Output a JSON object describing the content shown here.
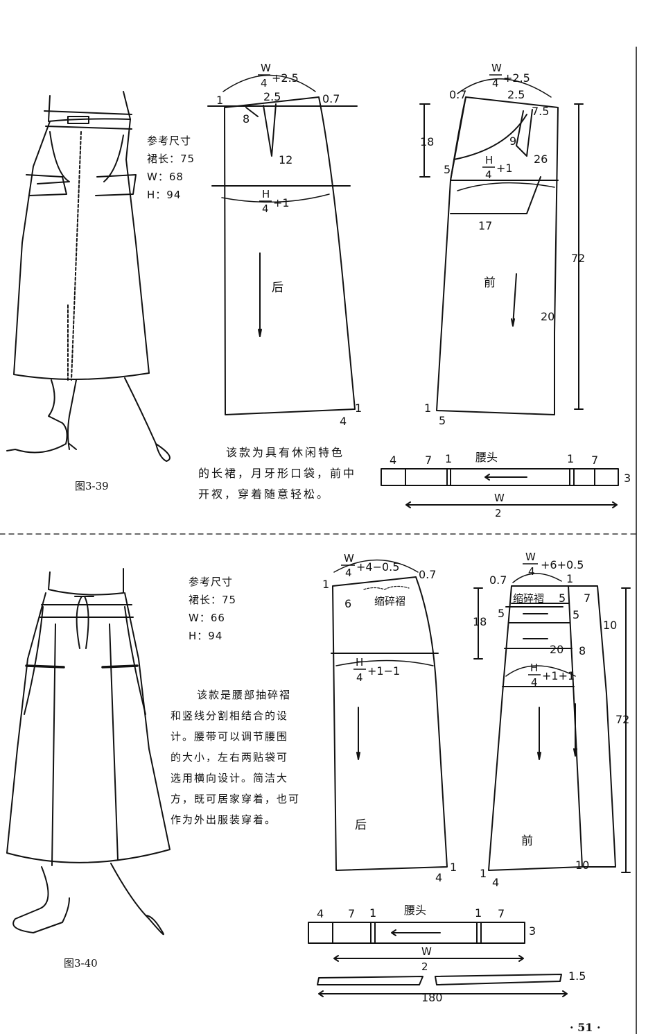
{
  "section1": {
    "spec": {
      "title": "参考尺寸",
      "length": "裙长：75",
      "w": "W：68",
      "h": "H：94"
    },
    "caption": "图3-39",
    "desc": [
      "该款为具有休闲特色",
      "的长裙，月牙形口袋，前中",
      "开衩，穿着随意轻松。"
    ],
    "back": {
      "label": "后",
      "waist_num": "W",
      "waist_den": "4",
      "waist_rest": "+2.5",
      "hip_num": "H",
      "hip_den": "4",
      "hip_rest": "+1",
      "m1": "1",
      "m2": "2.5",
      "m3": "0.7",
      "m4": "8",
      "m5": "12",
      "hem1": "1",
      "hem2": "4"
    },
    "front": {
      "label": "前",
      "waist_num": "W",
      "waist_den": "4",
      "waist_rest": "+2.5",
      "hip_num": "H",
      "hip_den": "4",
      "hip_rest": "+1",
      "m07": "0.7",
      "m25": "2.5",
      "m75": "7.5",
      "m18": "18",
      "m9": "9",
      "m26": "26",
      "m5": "5",
      "m17": "17",
      "m72": "72",
      "m20": "20",
      "m1": "1",
      "m5b": "5"
    },
    "band": {
      "title": "腰头",
      "l4": "4",
      "l7": "7",
      "l1": "1",
      "r1": "1",
      "r7": "7",
      "h3": "3",
      "w_num": "W",
      "w_den": "2"
    }
  },
  "section2": {
    "spec": {
      "title": "参考尺寸",
      "length": "裙长：75",
      "w": "W：66",
      "h": "H：94"
    },
    "caption": "图3-40",
    "desc": [
      "该款是腰部抽碎褶",
      "和竖线分割相结合的设",
      "计。腰带可以调节腰围",
      "的大小，左右两贴袋可",
      "选用横向设计。简洁大",
      "方，既可居家穿着，也可",
      "作为外出服装穿着。"
    ],
    "back": {
      "label": "后",
      "waist_num": "W",
      "waist_den": "4",
      "waist_rest": "+4−0.5",
      "hip_num": "H",
      "hip_den": "4",
      "hip_rest": "+1−1",
      "m1": "1",
      "m07": "0.7",
      "m6": "6",
      "gather": "缩碎褶",
      "hem1": "1",
      "hem4": "4"
    },
    "front": {
      "label": "前",
      "waist_num": "W",
      "waist_den": "4",
      "waist_rest": "+6+0.5",
      "hip_num": "H",
      "hip_den": "4",
      "hip_rest": "+1+1",
      "m07": "0.7",
      "m1": "1",
      "gather": "缩碎褶",
      "m5a": "5",
      "m7": "7",
      "m5b": "5",
      "m5c": "5",
      "m18": "18",
      "m10": "10",
      "m20": "20",
      "m8": "8",
      "m72": "72",
      "hem1": "1",
      "hem4": "4",
      "hem10": "10"
    },
    "band": {
      "title": "腰头",
      "l4": "4",
      "l7": "7",
      "l1": "1",
      "r1": "1",
      "r7": "7",
      "h3": "3",
      "w_num": "W",
      "w_den": "2"
    },
    "tie": {
      "h15": "1.5",
      "len": "180"
    }
  },
  "page_number": "· 51 ·"
}
